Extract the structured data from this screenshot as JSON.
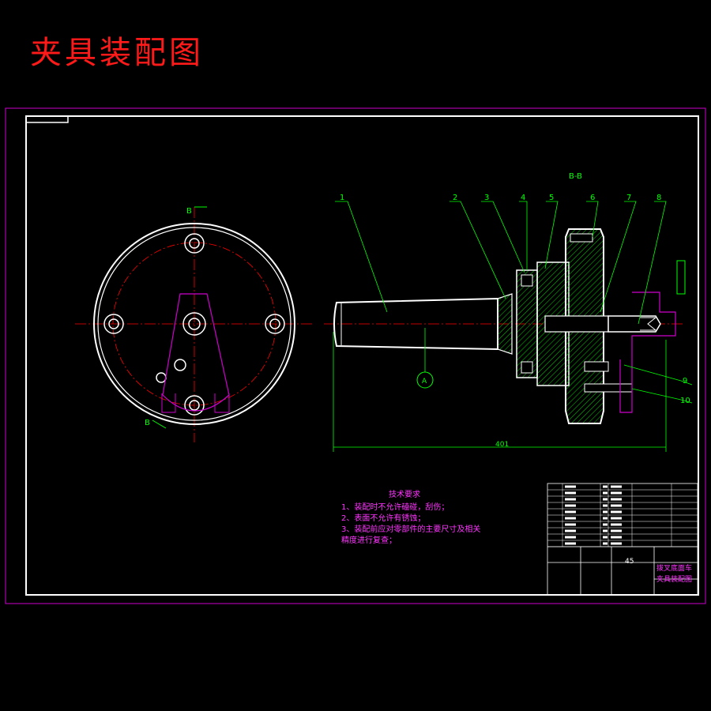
{
  "title": "夹具装配图",
  "section_label": "B-B",
  "part_callouts": [
    "1",
    "2",
    "3",
    "4",
    "5",
    "6",
    "7",
    "8",
    "9",
    "10"
  ],
  "view_labels": {
    "b_top": "B",
    "b_bottom": "B",
    "a_marker": "A"
  },
  "dimension": "401",
  "tech_requirements": {
    "heading": "技术要求",
    "lines": [
      "1、装配时不允许磕碰，刮伤；",
      "2、表面不允许有锈蚀；",
      "3、装配前应对零部件的主要尺寸及相关",
      "精度进行复查；"
    ]
  },
  "title_block": {
    "material": "45",
    "drawing_name_1": "拨叉底面车",
    "drawing_name_2": "夹具装配图"
  },
  "colors": {
    "frame": "#ffffff",
    "border": "#cc00cc",
    "title": "#ff1a1a",
    "leader": "#00ff00",
    "hatch": "#00ff00",
    "center": "#ff0000",
    "part": "#ffffff",
    "accent": "#cc00cc",
    "datum": "#ffff00"
  }
}
